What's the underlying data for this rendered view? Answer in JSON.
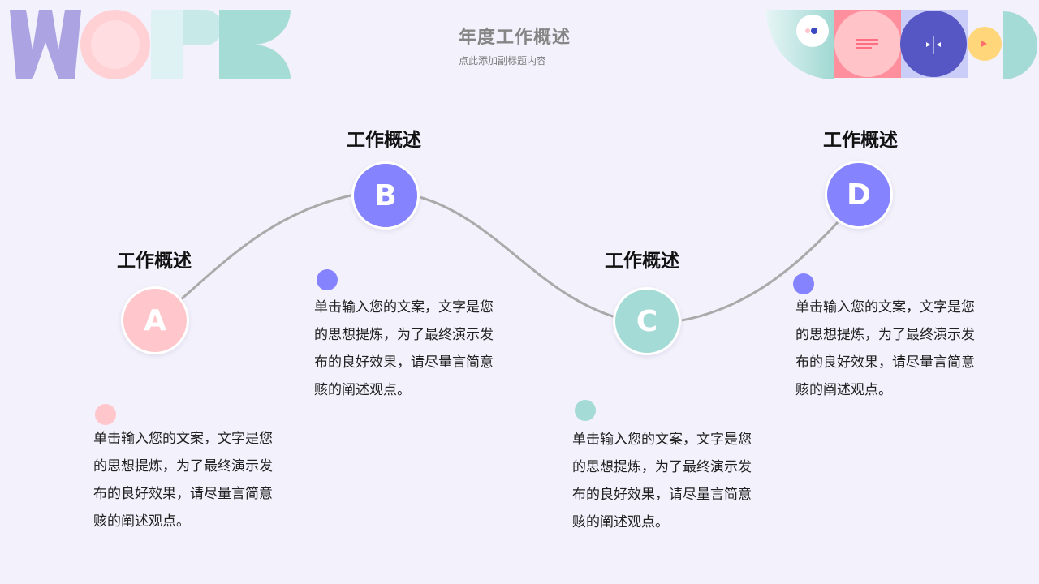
{
  "header": {
    "title": "年度工作概述",
    "subtitle": "点此添加副标题内容"
  },
  "colors": {
    "background": "#f3f1fb",
    "pink": "#ffc7cb",
    "purple": "#8683ff",
    "teal": "#a4dbd6",
    "curve": "#aaaaaa"
  },
  "steps": [
    {
      "letter": "A",
      "heading": "工作概述",
      "color": "#ffc7cb",
      "text": "单击输入您的文案，文字是您的思想提炼，为了最终演示发布的良好效果，请尽量言简意赅的阐述观点。"
    },
    {
      "letter": "B",
      "heading": "工作概述",
      "color": "#8683ff",
      "text": "单击输入您的文案，文字是您的思想提炼，为了最终演示发布的良好效果，请尽量言简意赅的阐述观点。"
    },
    {
      "letter": "C",
      "heading": "工作概述",
      "color": "#a4dbd6",
      "text": "单击输入您的文案，文字是您的思想提炼，为了最终演示发布的良好效果，请尽量言简意赅的阐述观点。"
    },
    {
      "letter": "D",
      "heading": "工作概述",
      "color": "#8683ff",
      "text": "单击输入您的文案，文字是您的思想提炼，为了最终演示发布的良好效果，请尽量言简意赅的阐述观点。"
    }
  ]
}
